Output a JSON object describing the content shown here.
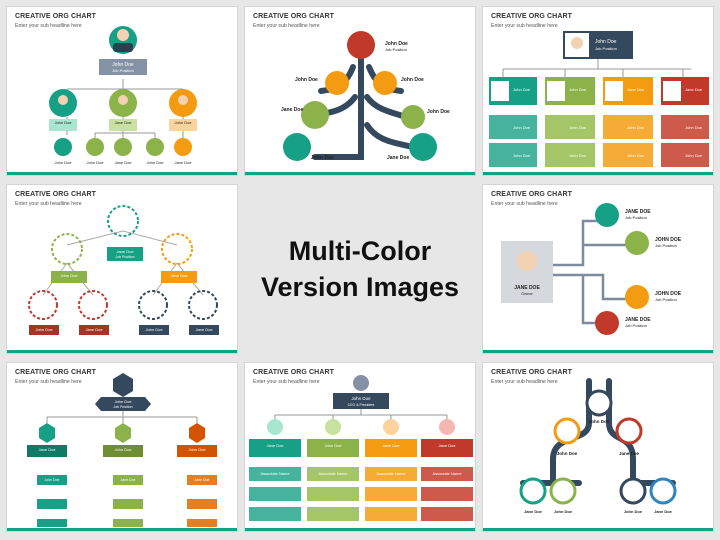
{
  "slide_heading": "CREATIVE ORG CHART",
  "slide_subheading": "Enter your sub headline here",
  "center_title": "Multi-Color\nVersion Images",
  "people": {
    "name": "John Doe",
    "name2": "Jane Doe",
    "name_caps": "JOHN DOE",
    "name2_caps": "JANE DOE",
    "role": "Job Position",
    "ceo": "CEO & President",
    "owner": "Owner",
    "associate": "Associate Name"
  },
  "colors": {
    "teal": "#16a085",
    "green": "#8bb34a",
    "orange": "#f39c12",
    "red": "#c0392b",
    "navy": "#34495e",
    "slate": "#7f8ca0"
  }
}
